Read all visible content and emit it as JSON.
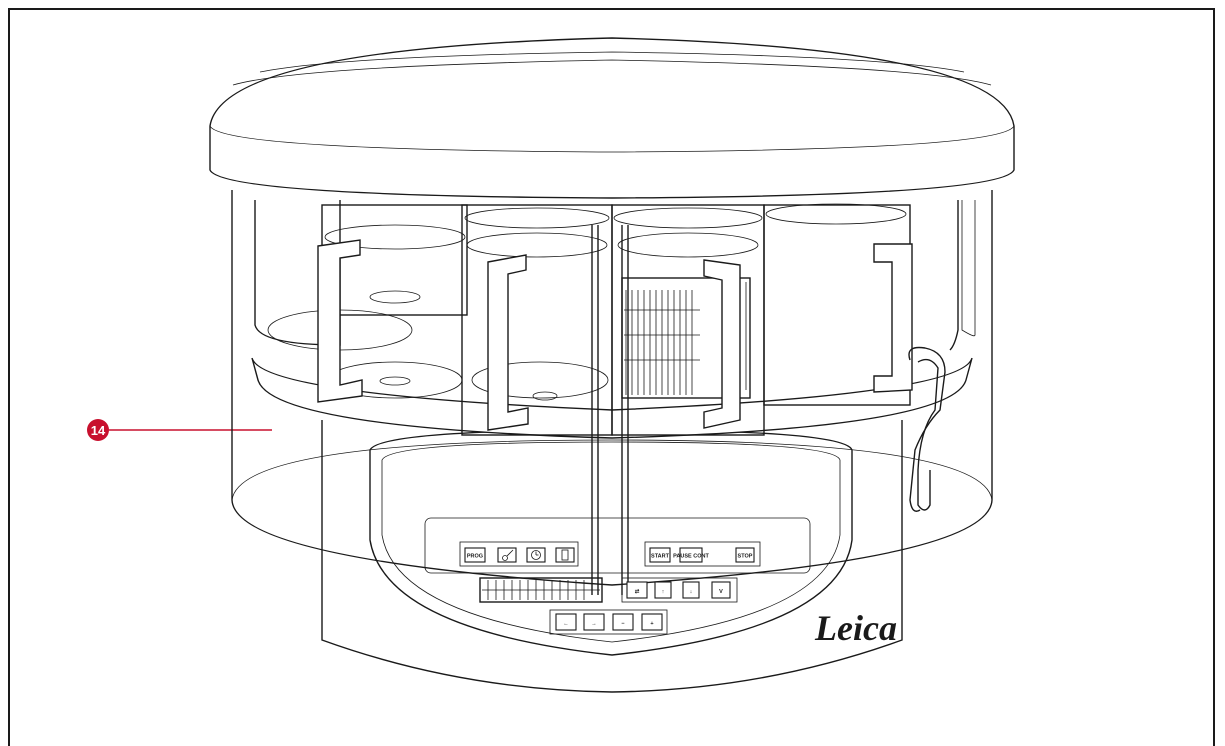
{
  "callout": {
    "number": "14",
    "color": "#c8102e"
  },
  "brand": {
    "logo_text": "Leica"
  },
  "panel": {
    "left_keys": [
      "PROG",
      "",
      "",
      ""
    ],
    "right_keys": [
      "START",
      "PAUSE CONT",
      "STOP"
    ],
    "left_key_icons": [
      "key-icon",
      "clock-icon",
      "oven-icon"
    ],
    "nav_keys": [
      "⇄",
      "↑",
      "↓",
      "V"
    ],
    "bottom_keys": [
      "←",
      "→",
      "−",
      "+"
    ]
  }
}
